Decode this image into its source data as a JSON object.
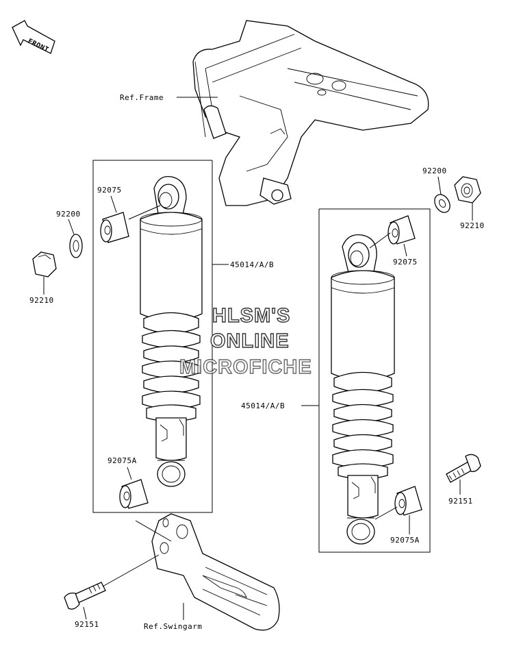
{
  "labels": {
    "ref_frame": "Ref.Frame",
    "left_bushing_top": "92075",
    "left_washer": "92200",
    "left_nut": "92210",
    "left_shock": "45014/A/B",
    "left_bushing_bottom": "92075A",
    "right_washer": "92200",
    "right_nut": "92210",
    "right_bushing_top": "92075",
    "right_shock": "45014/A/B",
    "right_bolt": "92151",
    "right_bushing_bottom": "92075A",
    "left_bolt": "92151",
    "ref_swingarm": "Ref.Swingarm"
  },
  "watermark": {
    "line1": "HLSM'S",
    "line2": "ONLINE",
    "line3": "MICROFICHE"
  },
  "front_arrow": {
    "text": "FRONT"
  }
}
